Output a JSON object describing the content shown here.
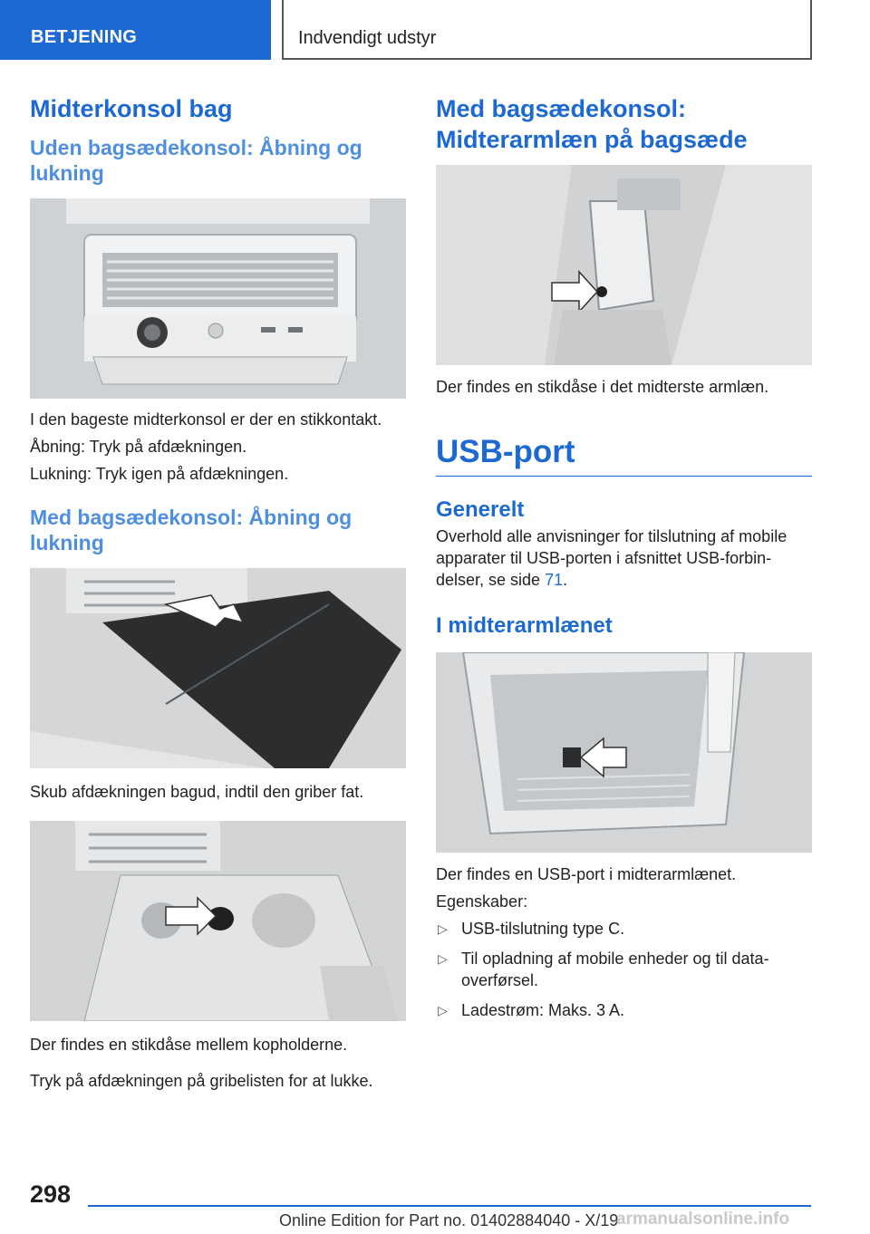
{
  "header": {
    "section": "BETJENING",
    "chapter": "Indvendigt udstyr"
  },
  "left": {
    "title": "Midterkonsol bag",
    "sub1": "Uden bagsædekonsol: Åbning og lukning",
    "p1": "I den bageste midterkonsol er der en stikkontakt.",
    "p2": "Åbning: Tryk på afdækningen.",
    "p3": "Lukning: Tryk igen på afdækningen.",
    "sub2": "Med bagsædekonsol: Åbning og lukning",
    "p4": "Skub afdækningen bagud, indtil den griber fat.",
    "p5": "Der findes en stikdåse mellem kopholderne.",
    "p6": "Tryk på afdækningen på gribelisten for at lukke."
  },
  "right": {
    "title": "Med bagsædekonsol: Midterarmlæn på bagsæde",
    "p1": "Der findes en stikdåse i det midterste armlæn.",
    "usb_title": "USB-port",
    "generelt": "Generelt",
    "p2_before": "Overhold alle anvisninger for tilslutning af mobile apparater til USB-porten i afsnittet USB-forbin­delser, se side ",
    "p2_link": "71",
    "p2_after": ".",
    "armrest_title": "I midterarmlænet",
    "p3": "Der findes en USB-port i midterarmlænet.",
    "p4": "Egenskaber:",
    "bullets": [
      "USB-tilslutning type C.",
      "Til opladning af mobile enheder og til data­overførsel.",
      "Ladestrøm: Maks. 3 A."
    ],
    "bullet_glyph": "▷"
  },
  "footer": {
    "page": "298",
    "edition": "Online Edition for Part no. 01402884040 - X/19",
    "watermark": "armanualsonline.info"
  }
}
